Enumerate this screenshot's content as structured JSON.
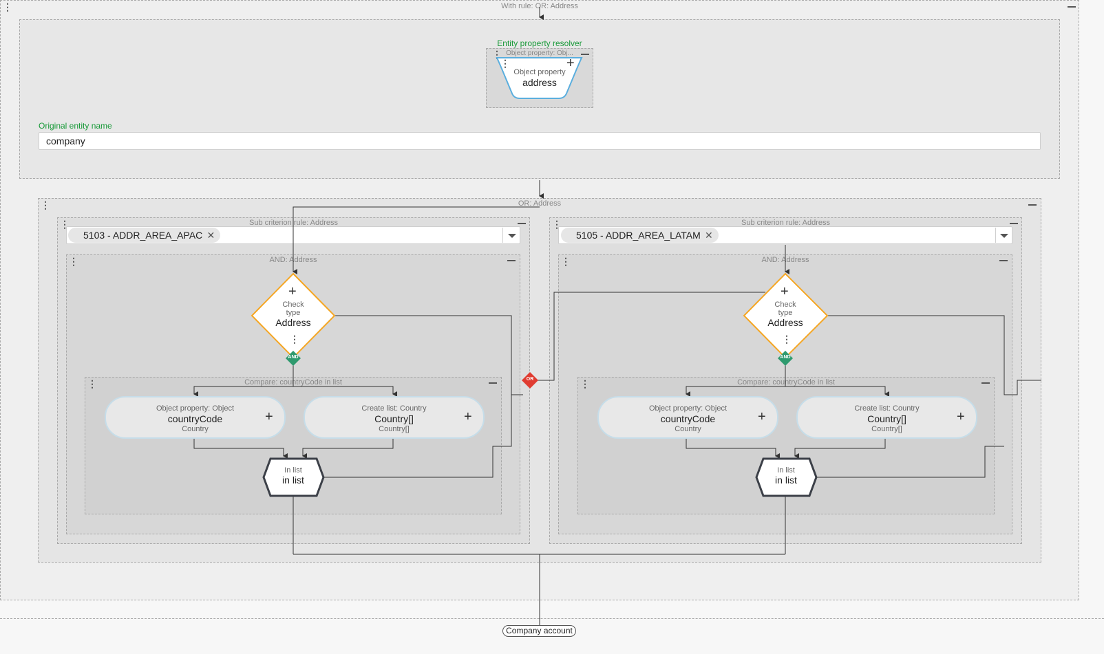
{
  "outer": {
    "title": "With rule: OR: Address"
  },
  "resolver": {
    "label": "Entity property resolver",
    "box_title": "Object property: Obj...",
    "node_sub": "Object property",
    "node_main": "address"
  },
  "entity_name": {
    "label": "Original entity name",
    "value": "company"
  },
  "or_group": {
    "title": "OR: Address",
    "connector": "OR"
  },
  "left": {
    "sub_title": "Sub criterion rule: Address",
    "chip": "5103 - ADDR_AREA_APAC",
    "and_title": "AND: Address",
    "check": {
      "l1": "Check",
      "l2": "type",
      "l3": "Address"
    },
    "and_badge": "AND",
    "compare_title": "Compare: countryCode in list",
    "prop": {
      "top": "Object property: Object",
      "main": "countryCode",
      "bottom": "Country"
    },
    "list": {
      "top": "Create list: Country",
      "main": "Country[]",
      "bottom": "Country[]"
    },
    "inlist": {
      "top": "In list",
      "main": "in list"
    }
  },
  "right": {
    "sub_title": "Sub criterion rule: Address",
    "chip": "5105 - ADDR_AREA_LATAM",
    "and_title": "AND: Address",
    "check": {
      "l1": "Check",
      "l2": "type",
      "l3": "Address"
    },
    "and_badge": "AND",
    "compare_title": "Compare: countryCode in list",
    "prop": {
      "top": "Object property: Object",
      "main": "countryCode",
      "bottom": "Country"
    },
    "list": {
      "top": "Create list: Country",
      "main": "Country[]",
      "bottom": "Country[]"
    },
    "inlist": {
      "top": "In list",
      "main": "in list"
    }
  },
  "footer": {
    "label": "Company account"
  },
  "colors": {
    "orange": "#f5a623",
    "green": "#2e9a6e",
    "red": "#e03c31",
    "blue": "#5aaede"
  }
}
